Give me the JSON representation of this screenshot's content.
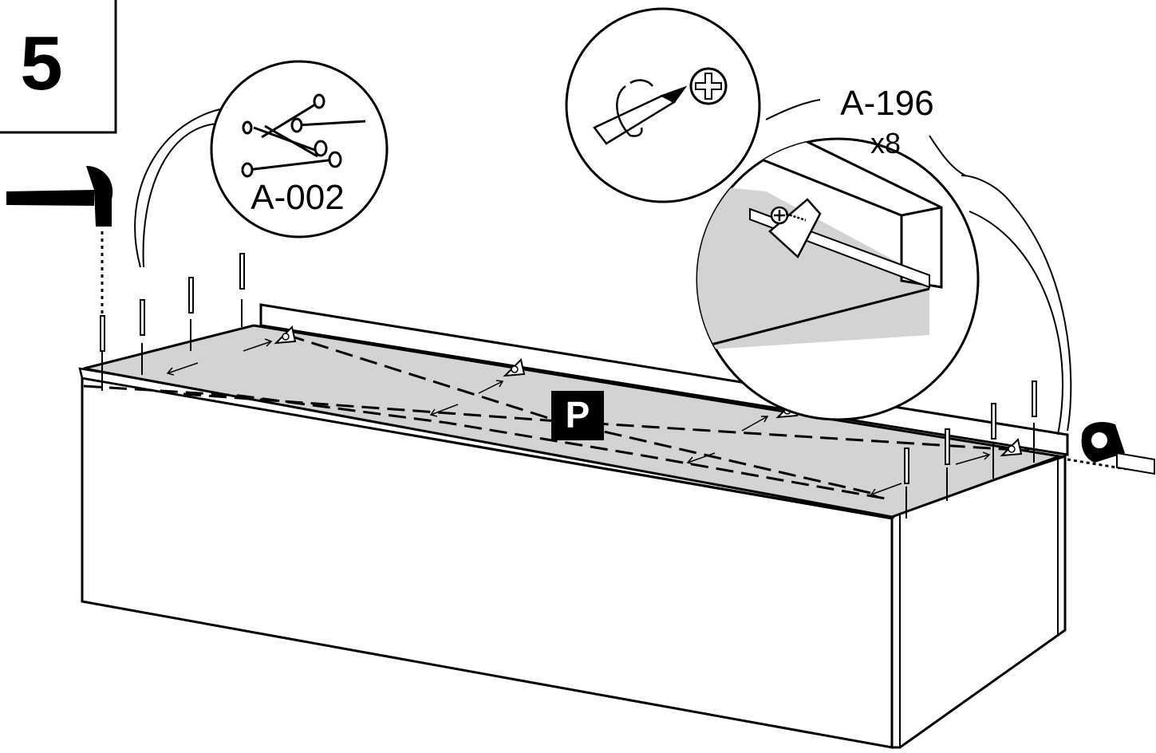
{
  "step": {
    "number": "5"
  },
  "parts": {
    "nails": {
      "code": "A-002"
    },
    "brackets": {
      "code": "A-196",
      "quantity": "x8"
    }
  },
  "panel": {
    "label": "P"
  },
  "tools": [
    "hammer-icon",
    "screwdriver-icon",
    "tape-measure-icon"
  ],
  "colors": {
    "panel_fill": "#d3d3d3",
    "ink": "#000000",
    "paper": "#ffffff"
  }
}
